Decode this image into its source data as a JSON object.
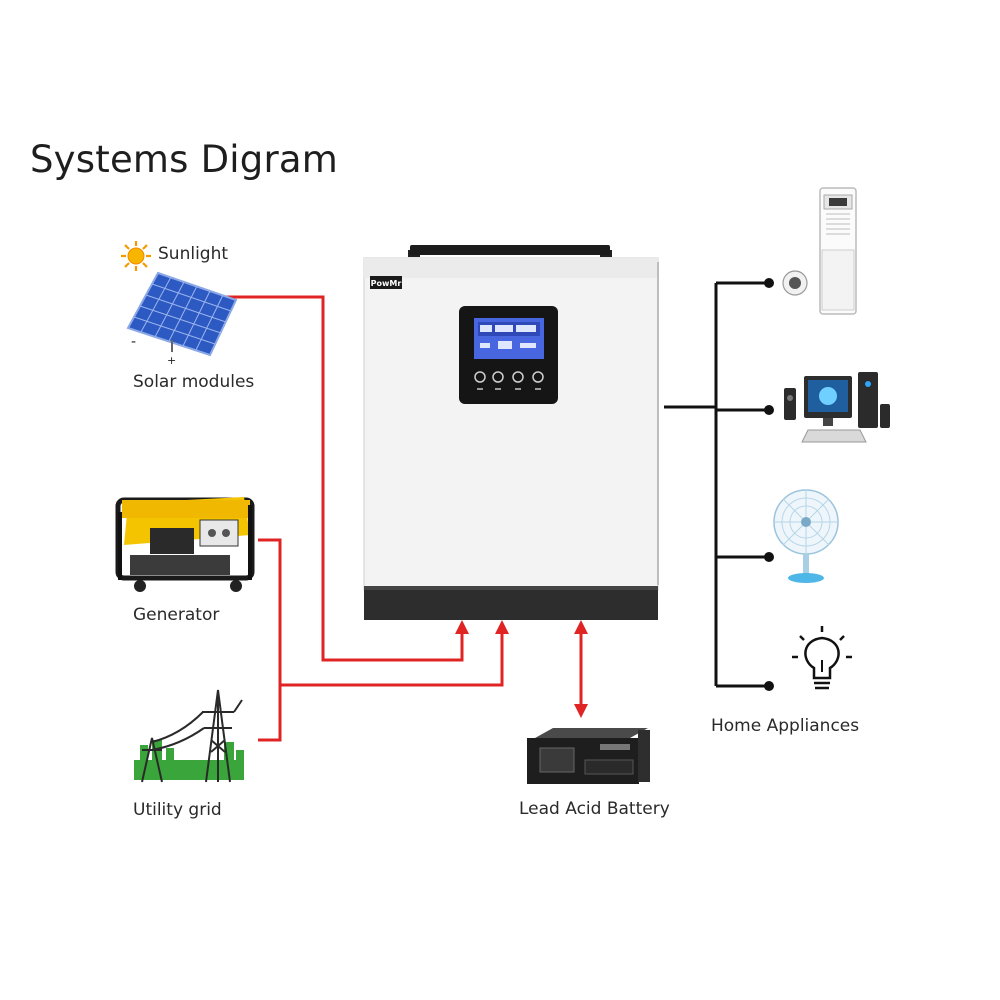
{
  "title": "Systems Digram",
  "labels": {
    "sunlight": "Sunlight",
    "solar_modules": "Solar modules",
    "generator": "Generator",
    "utility_grid": "Utility grid",
    "lead_acid_battery": "Lead Acid Battery",
    "home_appliances": "Home Appliances"
  },
  "inverter": {
    "brand": "PowMr"
  },
  "panel_signs": {
    "minus": "-",
    "plus": "+"
  },
  "colors": {
    "power_line": "#e02424",
    "load_line": "#111111",
    "inverter_body": "#f2f2f2",
    "inverter_base": "#2b2b2b",
    "lcd": "#3d5bd8",
    "solar_cell": "#2f63c9",
    "generator_yellow": "#f5c400",
    "grid_green": "#3aa53a"
  },
  "icons": [
    "sun-icon",
    "solar-panel-icon",
    "generator-icon",
    "power-tower-icon",
    "battery-icon",
    "air-conditioner-icon",
    "desktop-computer-icon",
    "fan-icon",
    "light-bulb-icon"
  ]
}
